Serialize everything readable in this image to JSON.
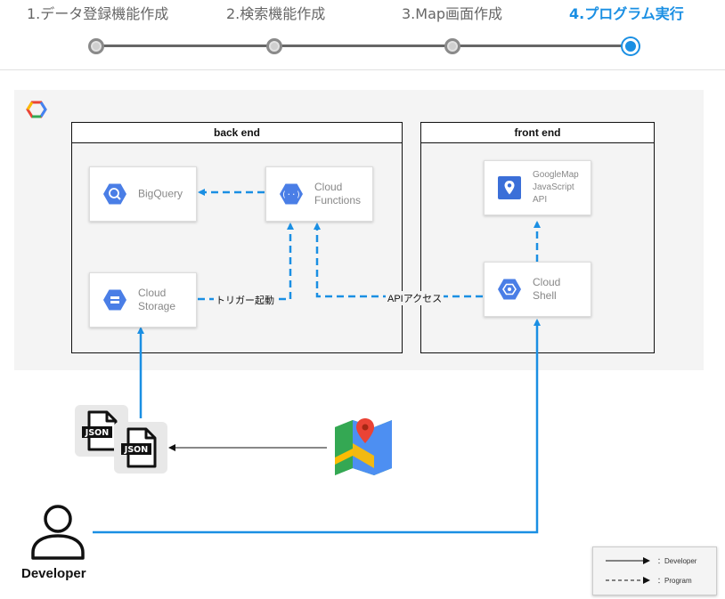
{
  "steps": [
    {
      "label": "1.データ登録機能作成",
      "active": false
    },
    {
      "label": "2.検索機能作成",
      "active": false
    },
    {
      "label": "3.Map画面作成",
      "active": false
    },
    {
      "label": "4.プログラム実行",
      "active": true
    }
  ],
  "groups": {
    "backend": "back end",
    "frontend": "front end"
  },
  "nodes": {
    "bigquery": {
      "line1": "BigQuery",
      "icon": "bigquery-icon"
    },
    "functions": {
      "line1": "Cloud",
      "line2": "Functions",
      "icon": "cloud-functions-icon"
    },
    "storage": {
      "line1": "Cloud",
      "line2": "Storage",
      "icon": "cloud-storage-icon"
    },
    "maps_api": {
      "line1": "GoogleMap",
      "line2": "JavaScript",
      "line3": "API",
      "icon": "google-maps-icon"
    },
    "shell": {
      "line1": "Cloud",
      "line2": "Shell",
      "icon": "cloud-shell-icon"
    },
    "json_badge_1": "JSON",
    "json_badge_2": "JSON",
    "developer": "Developer"
  },
  "edge_labels": {
    "trigger": "トリガー起動",
    "api_access": "APIアクセス"
  },
  "legend": {
    "developer": "：Developer",
    "program": "：Program"
  },
  "colors": {
    "accent": "#1a8fe3",
    "gcp_blue": "#4a7ee6",
    "inactive_step": "#666666"
  }
}
